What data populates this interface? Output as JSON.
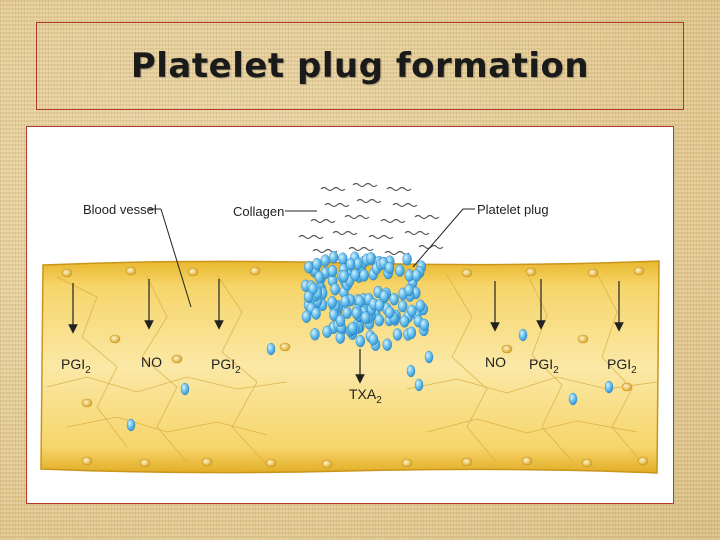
{
  "slide": {
    "title": "Platelet plug formation"
  },
  "diagram": {
    "labels": {
      "blood_vessel": "Blood vessel",
      "collagen": "Collagen",
      "platelet_plug": "Platelet plug"
    },
    "chemicals": [
      {
        "id": "pgi2-1",
        "base": "PGI",
        "sub": "2"
      },
      {
        "id": "no-1",
        "base": "NO",
        "sub": ""
      },
      {
        "id": "pgi2-2",
        "base": "PGI",
        "sub": "2"
      },
      {
        "id": "txa2",
        "base": "TXA",
        "sub": "2"
      },
      {
        "id": "no-2",
        "base": "NO",
        "sub": ""
      },
      {
        "id": "pgi2-3",
        "base": "PGI",
        "sub": "2"
      },
      {
        "id": "pgi2-4",
        "base": "PGI",
        "sub": "2"
      }
    ],
    "colors": {
      "vessel_wall": "#f2c544",
      "vessel_light": "#f8e08a",
      "vessel_edge": "#d9a621",
      "platelet": "#5ab4e6",
      "collagen": "#555555"
    }
  }
}
